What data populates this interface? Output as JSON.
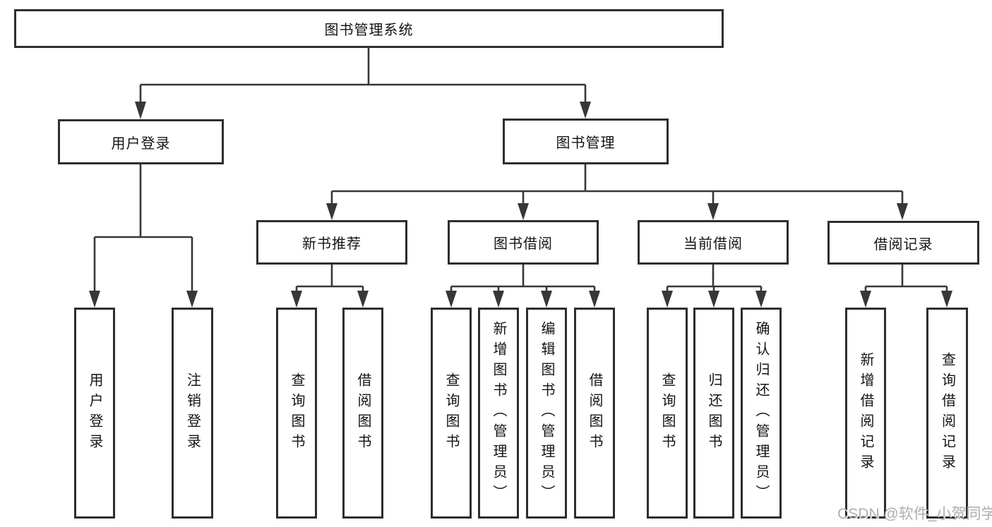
{
  "tree": {
    "label": "图书管理系统",
    "children": [
      {
        "label": "用户登录",
        "children": [
          {
            "label": "用户登录"
          },
          {
            "label": "注销登录"
          }
        ]
      },
      {
        "label": "图书管理",
        "children": [
          {
            "label": "新书推荐",
            "children": [
              {
                "label": "查询图书"
              },
              {
                "label": "借阅图书"
              }
            ]
          },
          {
            "label": "图书借阅",
            "children": [
              {
                "label": "查询图书"
              },
              {
                "label": "新增图书（管理员）"
              },
              {
                "label": "编辑图书（管理员）"
              },
              {
                "label": "借阅图书"
              }
            ]
          },
          {
            "label": "当前借阅",
            "children": [
              {
                "label": "查询图书"
              },
              {
                "label": "归还图书"
              },
              {
                "label": "确认归还（管理员）"
              }
            ]
          },
          {
            "label": "借阅记录",
            "children": [
              {
                "label": "新增借阅记录"
              },
              {
                "label": "查询借阅记录"
              }
            ]
          }
        ]
      }
    ]
  },
  "watermark": {
    "text": "CSDN @软件_小贺同学"
  },
  "colors": {
    "line": "#373737",
    "box_border": "#2e2e2e",
    "text": "#141414",
    "watermark": "#b2b2b2",
    "background": "#ffffff"
  }
}
